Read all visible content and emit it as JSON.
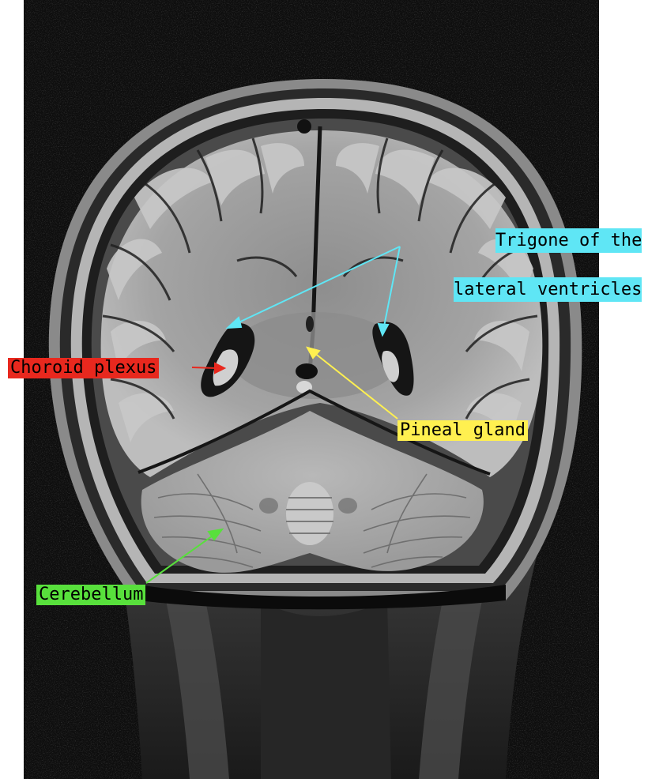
{
  "image": {
    "subject": "coronal MRI brain slice",
    "background_color": "#ffffff",
    "image_background": "#0d0d0d"
  },
  "labels": {
    "trigone": {
      "line1": "Trigone of the",
      "line2": "lateral ventricles",
      "color": "#5fe6f5"
    },
    "choroid": {
      "text": "Choroid plexus",
      "color": "#e8281e"
    },
    "pineal": {
      "text": "Pineal gland",
      "color": "#fff050"
    },
    "cerebellum": {
      "text": "Cerebellum",
      "color": "#58e03c"
    }
  }
}
